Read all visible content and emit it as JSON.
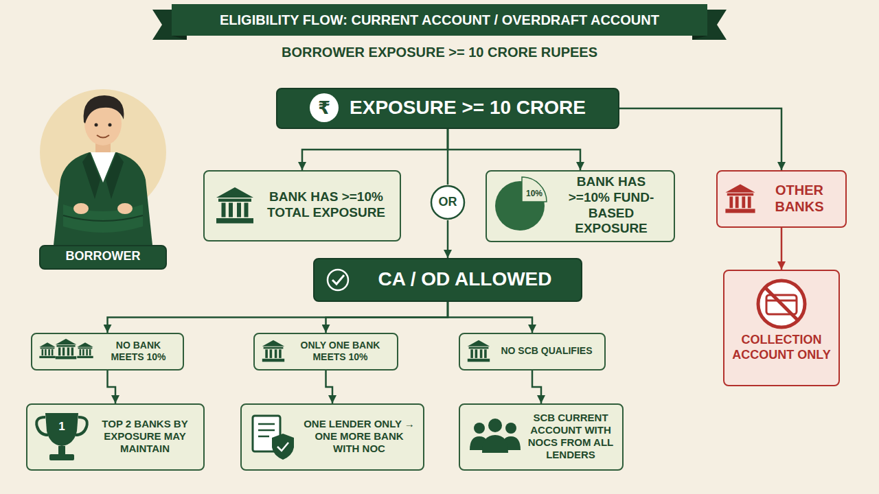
{
  "diagram": {
    "title": "ELIGIBILITY FLOW: CURRENT ACCOUNT / OVERDRAFT ACCOUNT",
    "nodes": [
      {
        "text": [
          "₹",
          "EXPOSURE >= 10 CRORE"
        ]
      },
      {
        "text": [
          "BANK HAS >=10% TOTAL EXPOSURE"
        ]
      },
      {
        "text": [
          "OR"
        ]
      },
      {
        "text": [
          "BANK HAS >=10% FUND-BASED EXPOSURE"
        ]
      },
      {
        "text": [
          "OTHER BANKS"
        ]
      },
      {
        "text": [
          "CA / OD ALLOWED"
        ]
      },
      {
        "text": [
          "NO BANK MEETS 10%"
        ]
      },
      {
        "text": [
          "ONLY ONE BANK MEETS 10%"
        ]
      },
      {
        "text": [
          "NO SCB QUALIFIES"
        ]
      },
      {
        "text": [
          "TOP 2 BANKS BY EXPOSURE MAY MAINTAIN"
        ]
      },
      {
        "text": [
          "ONE LENDER ONLY → ONE MORE BANK WITH NOC"
        ]
      },
      {
        "text": [
          "SCB CURRENT ACCOUNT WITH NOCS FROM ALL LENDERS"
        ]
      },
      {
        "text": [
          "COLLECTION ACCOUNT ONLY"
        ]
      },
      {
        "text": [
          "BORROWER"
        ]
      }
    ],
    "edges": [
      {
        "from": 0,
        "to": 1,
        "arrow": "to"
      },
      {
        "from": 0,
        "to": 3,
        "arrow": "to"
      },
      {
        "from": 0,
        "to": 2,
        "arrow": "none"
      },
      {
        "from": 2,
        "to": 5,
        "arrow": "to"
      },
      {
        "from": 0,
        "to": 4,
        "arrow": "to"
      },
      {
        "from": 4,
        "to": 12,
        "arrow": "to"
      },
      {
        "from": 5,
        "to": 6,
        "arrow": "to"
      },
      {
        "from": 5,
        "to": 7,
        "arrow": "to"
      },
      {
        "from": 5,
        "to": 8,
        "arrow": "to"
      },
      {
        "from": 6,
        "to": 9,
        "arrow": "to"
      },
      {
        "from": 7,
        "to": 10,
        "arrow": "to"
      },
      {
        "from": 8,
        "to": 11,
        "arrow": "to"
      }
    ],
    "labels": [
      "BORROWER EXPOSURE >= 10 CRORE RUPEES",
      "10%",
      "1"
    ]
  }
}
